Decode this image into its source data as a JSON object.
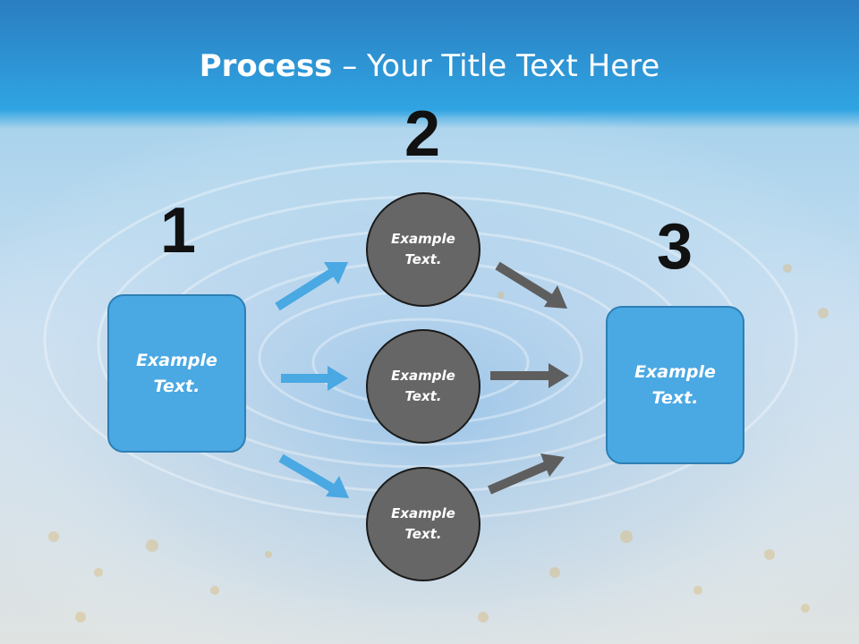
{
  "title": {
    "bold": "Process",
    "rest": " – Your Title Text Here"
  },
  "steps": {
    "one": "1",
    "two": "2",
    "three": "3"
  },
  "left_box": {
    "text": "Example\nText."
  },
  "circles": [
    {
      "text": "Example\nText."
    },
    {
      "text": "Example\nText."
    },
    {
      "text": "Example\nText."
    }
  ],
  "right_box": {
    "text": "Example\nText."
  },
  "colors": {
    "box_fill": "#4aa8e3",
    "circle_fill": "#666666",
    "blue_arrow": "#4aa8e3",
    "gray_arrow": "#5e5e5e"
  }
}
